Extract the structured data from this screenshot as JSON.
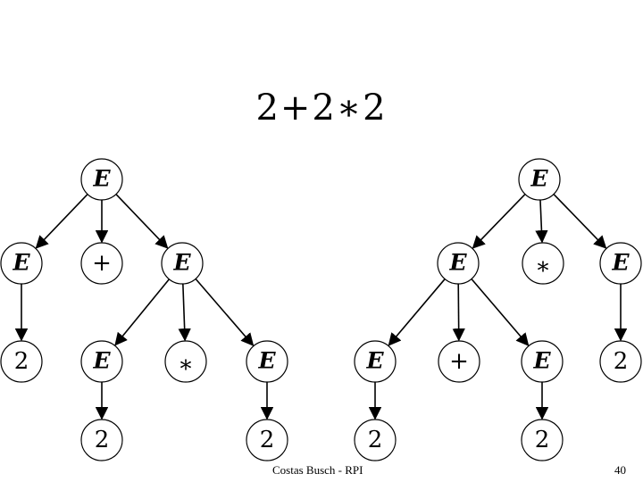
{
  "slide": {
    "title": "2+2∗2",
    "footer_left": "Costas Busch - RPI",
    "page_number": "40"
  },
  "trees": [
    {
      "nodes": [
        {
          "id": "L0",
          "label": "E"
        },
        {
          "id": "L1",
          "label": "E"
        },
        {
          "id": "L2",
          "label": "+"
        },
        {
          "id": "L3",
          "label": "E"
        },
        {
          "id": "L4",
          "label": "2"
        },
        {
          "id": "L5",
          "label": "E"
        },
        {
          "id": "L6",
          "label": "*"
        },
        {
          "id": "L7",
          "label": "E"
        },
        {
          "id": "L8",
          "label": "2"
        },
        {
          "id": "L9",
          "label": "2"
        }
      ],
      "edges": [
        [
          "L0",
          "L1"
        ],
        [
          "L0",
          "L2"
        ],
        [
          "L0",
          "L3"
        ],
        [
          "L1",
          "L4"
        ],
        [
          "L3",
          "L5"
        ],
        [
          "L3",
          "L6"
        ],
        [
          "L3",
          "L7"
        ],
        [
          "L5",
          "L8"
        ],
        [
          "L7",
          "L9"
        ]
      ]
    },
    {
      "nodes": [
        {
          "id": "R0",
          "label": "E"
        },
        {
          "id": "R1",
          "label": "E"
        },
        {
          "id": "R2",
          "label": "*"
        },
        {
          "id": "R3",
          "label": "E"
        },
        {
          "id": "R4",
          "label": "E"
        },
        {
          "id": "R5",
          "label": "+"
        },
        {
          "id": "R6",
          "label": "E"
        },
        {
          "id": "R7",
          "label": "2"
        },
        {
          "id": "R8",
          "label": "2"
        },
        {
          "id": "R9",
          "label": "2"
        }
      ],
      "edges": [
        [
          "R0",
          "R1"
        ],
        [
          "R0",
          "R2"
        ],
        [
          "R0",
          "R3"
        ],
        [
          "R1",
          "R4"
        ],
        [
          "R1",
          "R5"
        ],
        [
          "R1",
          "R6"
        ],
        [
          "R3",
          "R7"
        ],
        [
          "R4",
          "R8"
        ],
        [
          "R6",
          "R9"
        ]
      ]
    }
  ]
}
